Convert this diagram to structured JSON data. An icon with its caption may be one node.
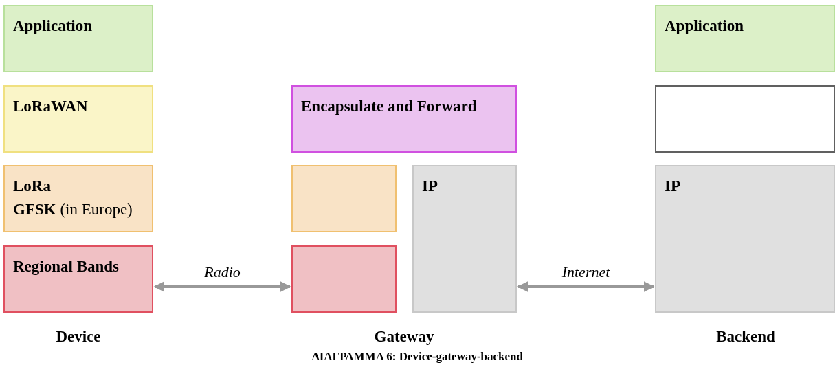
{
  "diagram": {
    "caption": "ΔΙΑΓΡΑΜΜΑ 6: Device-gateway-backend",
    "nodes": [
      {
        "text": [
          "Application"
        ]
      },
      {
        "text": [
          "LoRaWAN"
        ]
      },
      {
        "text": [
          "LoRa",
          "**GFSK** (in Europe)"
        ]
      },
      {
        "text": [
          "Regional Bands"
        ]
      },
      {
        "text": [
          "Encapsulate and Forward"
        ]
      },
      {
        "text": [],
        "shape": "box"
      },
      {
        "text": [],
        "shape": "box"
      },
      {
        "text": [
          "IP"
        ]
      },
      {
        "text": [
          "Application"
        ]
      },
      {
        "text": [],
        "shape": "box"
      },
      {
        "text": [
          "IP"
        ]
      }
    ],
    "edges": [
      {
        "from": 3,
        "to": 6,
        "arrow": "both",
        "label": "Radio"
      },
      {
        "from": 7,
        "to": 10,
        "arrow": "both",
        "label": "Internet"
      }
    ],
    "labels": [
      "Device",
      "Gateway",
      "Backend"
    ]
  }
}
